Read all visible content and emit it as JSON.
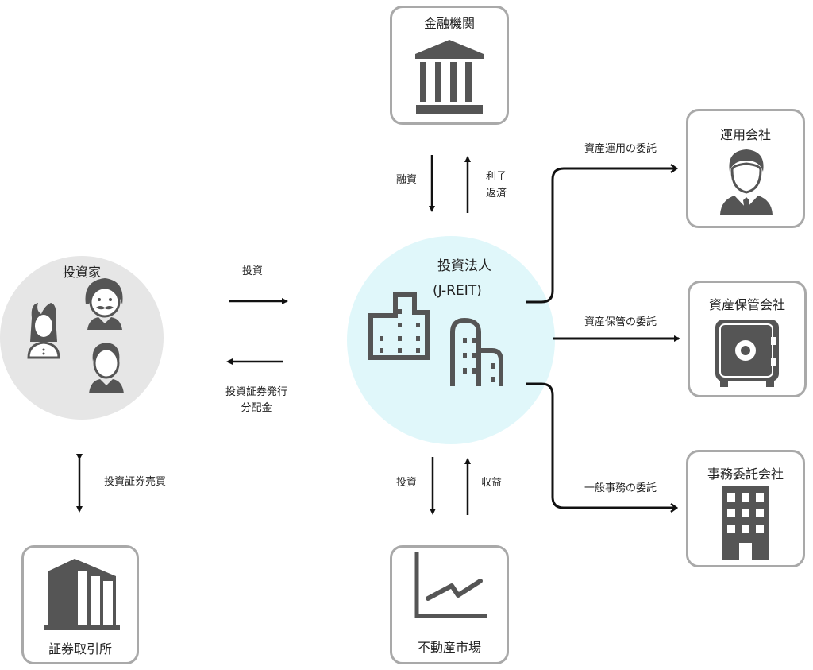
{
  "nodes": {
    "bank": {
      "title": "金融機関",
      "icon": "bank-icon"
    },
    "investor": {
      "title": "投資家",
      "icon": "people-icon"
    },
    "reit": {
      "title_line1": "投資法人",
      "title_line2": "(J-REIT)",
      "icon": "buildings-icon"
    },
    "asset_manager": {
      "title": "運用会社",
      "icon": "businessman-icon"
    },
    "custodian": {
      "title": "資産保管会社",
      "icon": "safe-icon"
    },
    "admin_agent": {
      "title": "事務委託会社",
      "icon": "office-building-icon"
    },
    "stock_exchange": {
      "title": "証券取引所",
      "icon": "exchange-building-icon"
    },
    "real_estate_market": {
      "title": "不動産市場",
      "icon": "line-chart-icon"
    }
  },
  "flows": {
    "loan": "融資",
    "interest_line1": "利子",
    "interest_line2": "返済",
    "invest_in_reit": "投資",
    "securities_line1": "投資証券発行",
    "securities_line2": "分配金",
    "trading": "投資証券売買",
    "invest_in_market": "投資",
    "returns": "収益",
    "asset_management": "資産運用の委託",
    "asset_custody": "資産保管の委託",
    "admin_work": "一般事務の委託"
  },
  "colors": {
    "icon": "#555555",
    "box_border": "#a9a9a9",
    "investor_circle": "#e6e6e6",
    "reit_circle": "#e0f7fa",
    "arrow": "#111111"
  }
}
